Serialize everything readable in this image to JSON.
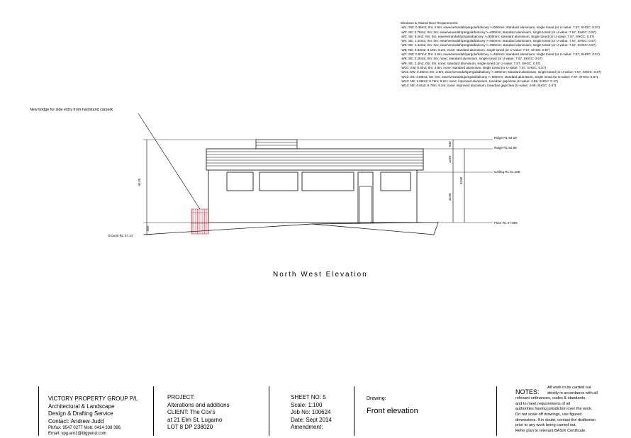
{
  "schedule": {
    "heading": "Windows & Glazed Door Requirements:",
    "rows": [
      "-W1: SW; 0.36m2; 0m; 2.8m; eave/verandah/pergola/balcony >=600mm; standard aluminium, single toned (or U-value: 7.57, SHGC: 0.57)",
      "-W2: SE; 3.78m2; 0m; 0m; eave/verandah/pergola/balcony >=600mm; standard aluminium, single toned (or U-value: 7.57, SHGC: 0.57)",
      "-W3: SE; 8.4m2; 0m; 0m; eave/verandah/pergola/balcony >=900mm; standard aluminium, single toned (or U-value: 7.57, SHGC: 0.57)",
      "-W4: SE; 1.44m2; 0m; 0m; eave/verandah/pergola/balcony >=900mm; standard aluminium, single toned (or U-value: 7.57, SHGC: 0.57)",
      "-W6: SE; 1.44m2; 0m; 0m; eave/verandah/pergola/balcony >=900mm; standard aluminium, single toned (or U-value: 7.57, SHGC: 0.57)",
      "-W8: NE; 0.33m2; 8.18m; 9.2m; none; standard aluminium, single toned (or U-value: 7.57, SHGC: 0.57)",
      "-W7: SW; 0.87m2; 0m; 2.8m; eave/verandah/pergola/balcony >=450mm; standard aluminium, single toned (or U-value: 7.57, SHGC: 0.57)",
      "-W8: SE; 0.25m2; 0m; 0m; none; standard aluminium, single toned (or U-value: 7.57, SHGC: 0.57)",
      "-W9: SE; 2.4m2; 0m; 0m; none; standard aluminium, single toned (or U-value: 7.57, SHGC: 0.57)",
      "-W10: SW; 0.6m2; 0m; 2.8m; none; standard aluminium, single toned (or U-value: 7.57, SHGC: 0.57)",
      "-W11: SW; 0.36m2; 0m; 2.8m; eave/verandah/pergola/balcony >=600mm; standard aluminium, single toned (or U-value: 7.57, SHGC: 0.57)",
      "-W12: SE; 2.88m2; 0m; 0m; eave/verandah/pergola/balcony >=600mm; standard aluminium, single toned (or U-value: 7.57, SHGC: 0.57)",
      "-W13: NE; 1.68m2; 8.78m; 9.2m; none; improved aluminium, toned/air gap/clear (U-value: 4.69, SHGC: 0.47)",
      "-W14: NE; 0.6m2; 8.78m; 9.2m; none; improved aluminium, toned/air gap/clear (U-value: 4.69, SHGC: 0.47)"
    ]
  },
  "drawing": {
    "bridge_note": "New bridge for side entry from hardstand carpark",
    "levels": {
      "ridge_top": "Ridge RL 53.29",
      "ridge": "Ridge RL 52.66",
      "ceiling": "Ceiling RL 51.185",
      "floor": "Floor RL 47.995",
      "ground": "Ground RL 47.14"
    },
    "dims": {
      "d630": "630",
      "d1470": "1470",
      "d5290": "5290",
      "d3190": "3190",
      "d6145": "6145",
      "d855": "855"
    },
    "title": "North West Elevation"
  },
  "title_block": {
    "company": {
      "name": "VICTORY PROPERTY GROUP P/L",
      "line2": "Architectural & Landscape",
      "line3": "Design & Drafting Service",
      "contact": "Contact: Andrew Judd",
      "phone": "Ph/fax: 9547 0277 Mob: 0414 338 396",
      "email": "Email: vpg.am1@bigpond.com"
    },
    "project": {
      "label": "PROJECT:",
      "name": "Alterations and additions",
      "client": "CLIENT: The Cox's",
      "address": "at 21 Elm St, Lugarno",
      "lot": "LOT 8 DP 238020"
    },
    "sheet": {
      "sheet_no": "SHEET NO: 5",
      "scale": "Scale: 1:100",
      "job": "Job No: 100624",
      "date": "Date: Sept 2014",
      "amendment": "Amendment:"
    },
    "drawing": {
      "label": "Drawing:",
      "name": "Front elevation"
    },
    "notes": {
      "heading": "NOTES:",
      "lines": [
        "All work to be carried out",
        "strictly in accordance with all",
        "relevant ordinances, codes & standards,",
        "and to meet requirements of all",
        "authorities having jurisdiction over the work.",
        "Do not scale off drawings, use figured",
        "dimensions. If in doubt, contact the draftsman",
        "prior to any work being carried out.",
        "Refer plan to relevant BASIX Certificate."
      ]
    }
  }
}
